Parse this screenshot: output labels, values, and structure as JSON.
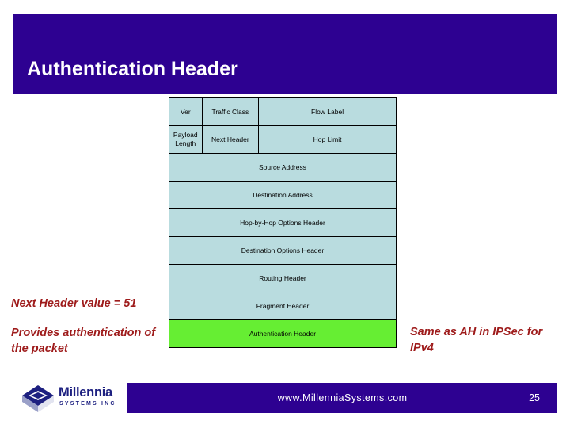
{
  "slide": {
    "title": "Authentication Header",
    "banner_color": "#2D0191",
    "accent_highlight_color": "#66EE33",
    "cell_color": "#B9DCDF",
    "annotation_color": "#9E1B1B"
  },
  "packet_table": {
    "rows": [
      {
        "cells": [
          {
            "label": "Ver",
            "span": 1,
            "width_pct": 13.5,
            "highlight": false
          },
          {
            "label": "Traffic Class",
            "span": 1,
            "width_pct": 24.5,
            "highlight": false
          },
          {
            "label": "Flow Label",
            "span": 1,
            "width_pct": 62.0,
            "highlight": false
          }
        ]
      },
      {
        "cells": [
          {
            "label": "Payload Length",
            "span": 1,
            "width_pct": 50.0,
            "highlight": false
          },
          {
            "label": "Next Header",
            "span": 1,
            "width_pct": 26.0,
            "highlight": false
          },
          {
            "label": "Hop Limit",
            "span": 1,
            "width_pct": 24.0,
            "highlight": false
          }
        ]
      },
      {
        "cells": [
          {
            "label": "Source Address",
            "span": 3,
            "highlight": false
          }
        ]
      },
      {
        "cells": [
          {
            "label": "Destination Address",
            "span": 3,
            "highlight": false
          }
        ]
      },
      {
        "cells": [
          {
            "label": "Hop-by-Hop Options Header",
            "span": 3,
            "highlight": false
          }
        ]
      },
      {
        "cells": [
          {
            "label": "Destination Options Header",
            "span": 3,
            "highlight": false
          }
        ]
      },
      {
        "cells": [
          {
            "label": "Routing Header",
            "span": 3,
            "highlight": false
          }
        ]
      },
      {
        "cells": [
          {
            "label": "Fragment Header",
            "span": 3,
            "highlight": false
          }
        ]
      },
      {
        "cells": [
          {
            "label": "Authentication Header",
            "span": 3,
            "highlight": true
          }
        ]
      }
    ]
  },
  "annotations": {
    "next_header_value": "Next Header value = 51",
    "provides_authentication": "Provides authentication of the packet",
    "same_as_ah": "Same as AH in IPSec for IPv4"
  },
  "footer": {
    "url": "www.MillenniaSystems.com",
    "page_number": "25"
  },
  "logo": {
    "wordmark": "Millennia",
    "tagline": "SYSTEMS INC"
  }
}
